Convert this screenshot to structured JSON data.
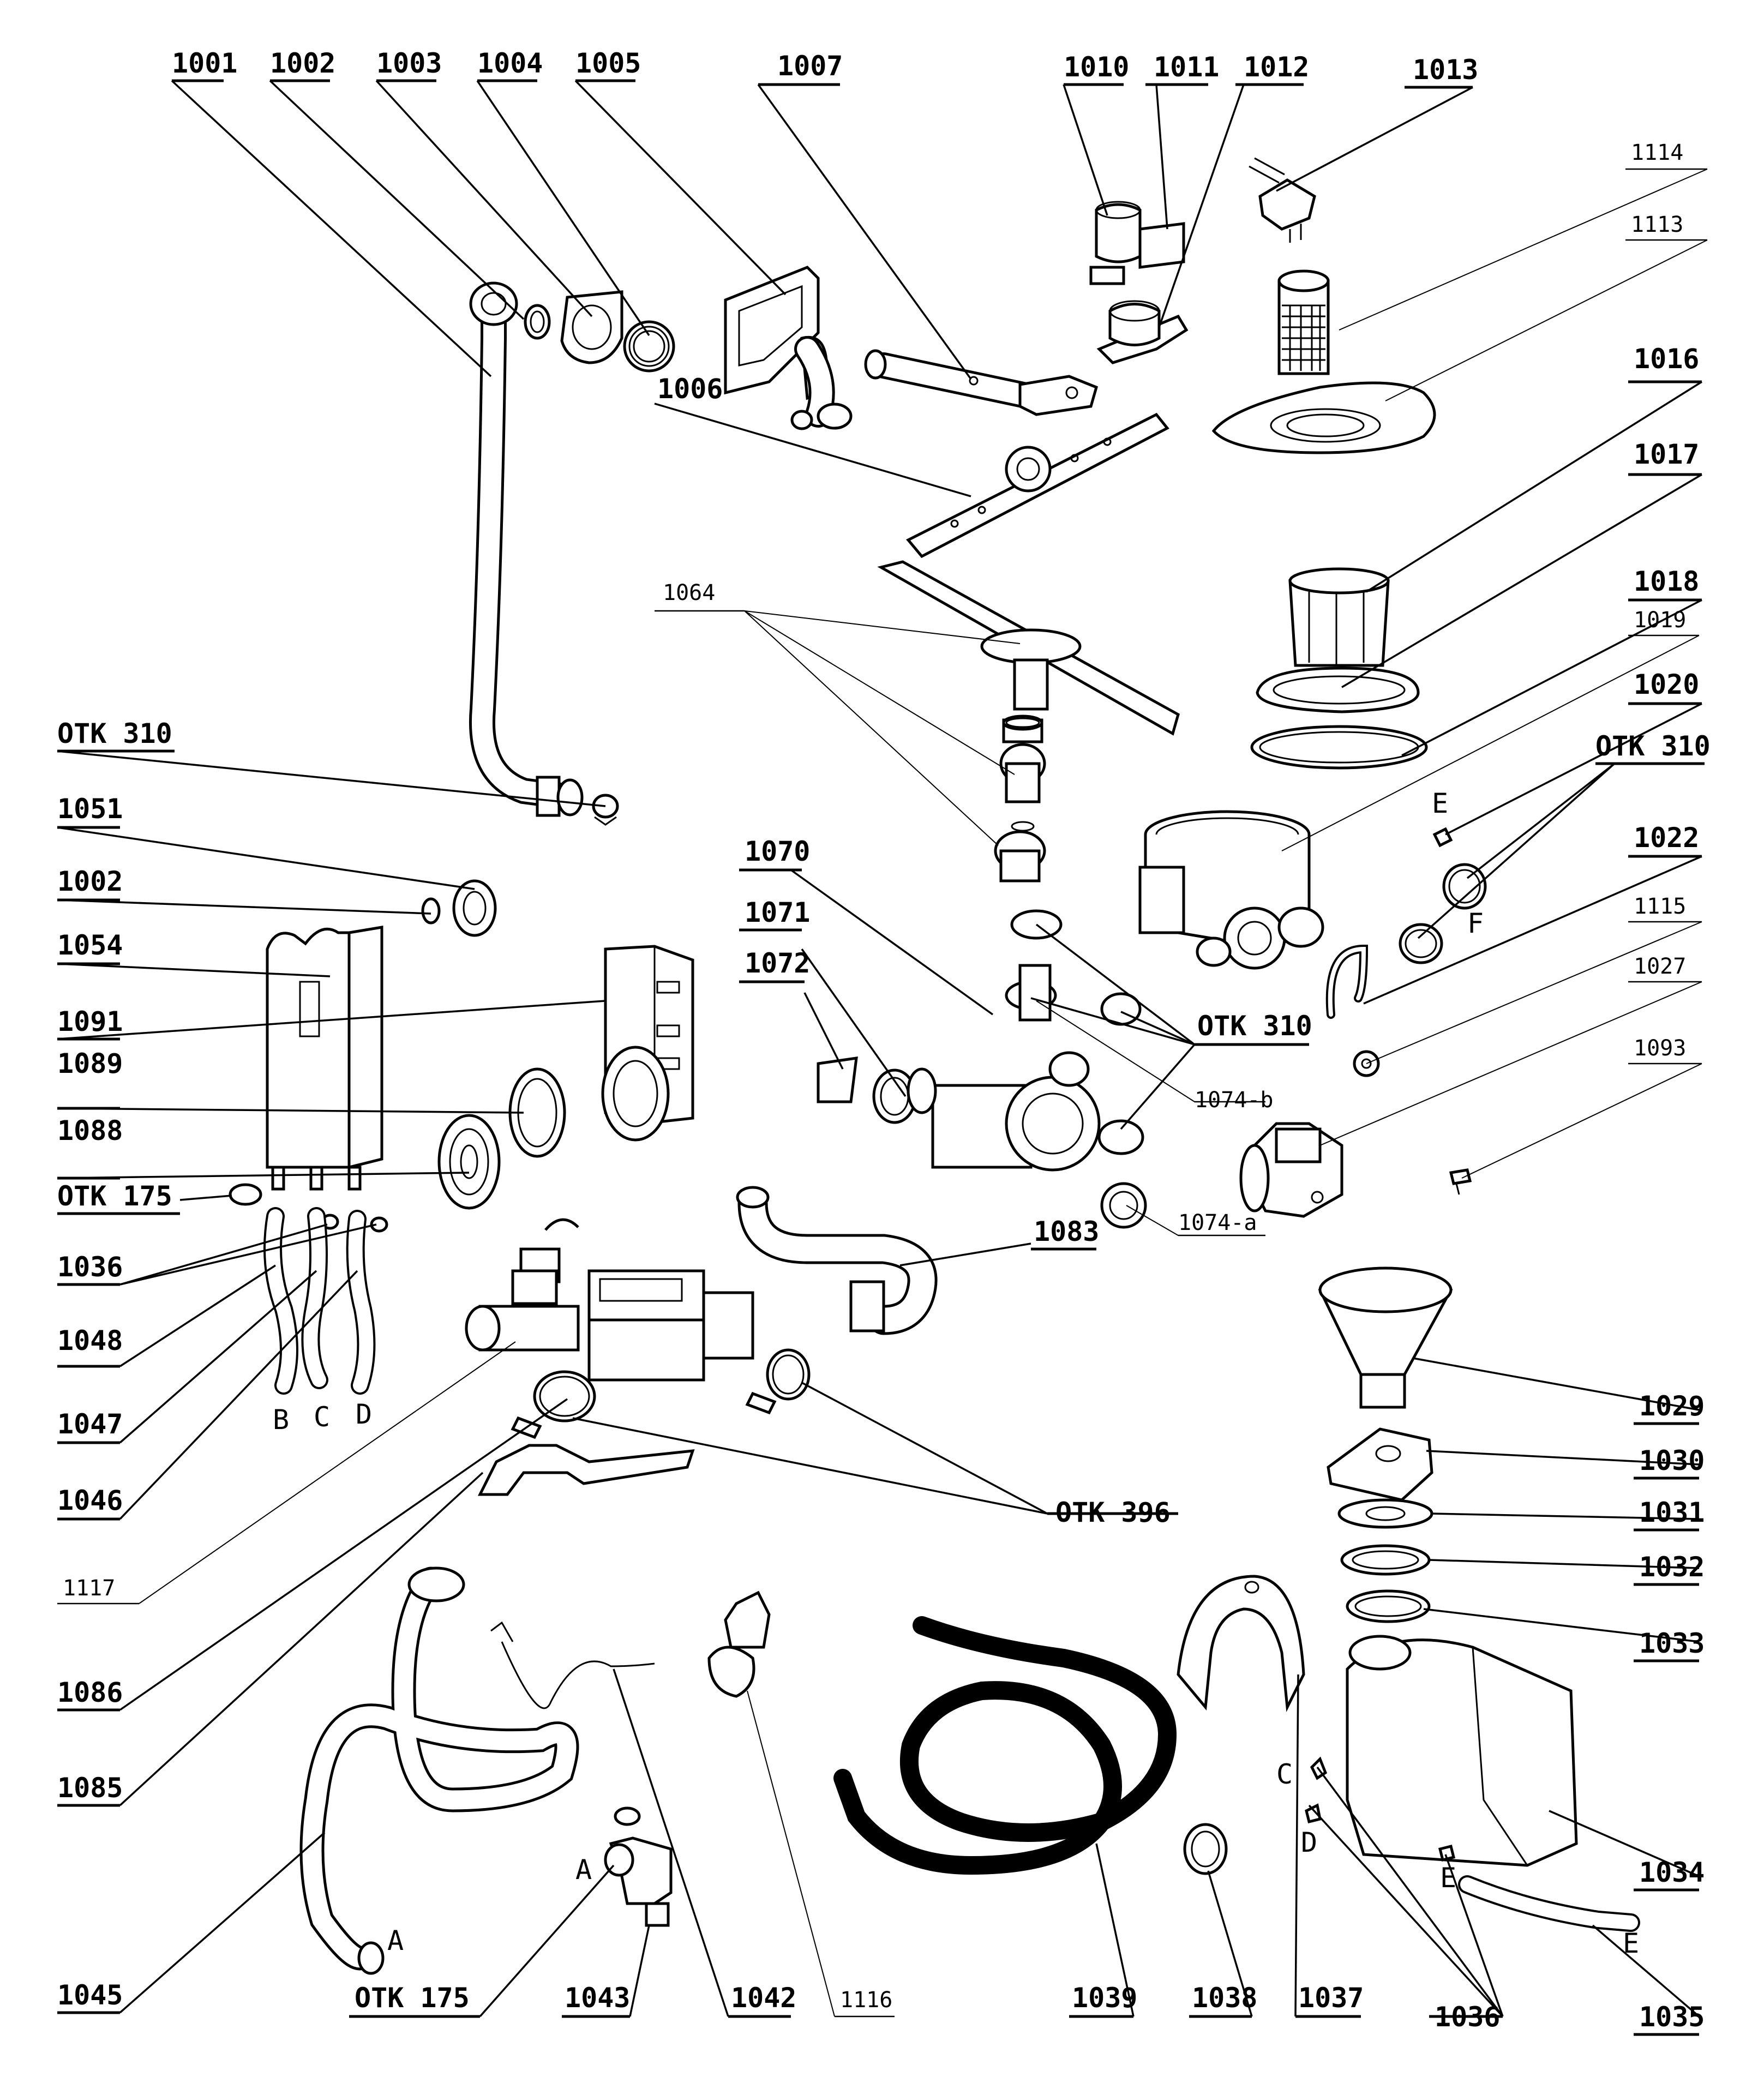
{
  "labels": {
    "l1001": "1001",
    "l1002": "1002",
    "l1003": "1003",
    "l1004": "1004",
    "l1005": "1005",
    "l1006": "1006",
    "l1007": "1007",
    "l1010": "1010",
    "l1011": "1011",
    "l1012": "1012",
    "l1013": "1013",
    "l1114": "1114",
    "l1113": "1113",
    "l1016": "1016",
    "l1017": "1017",
    "l1018": "1018",
    "l1019": "1019",
    "l1020": "1020",
    "lOTK310b": "OTK 310",
    "l1022": "1022",
    "l1115": "1115",
    "l1027": "1027",
    "l1093": "1093",
    "l1064": "1064",
    "lOTK310a": "OTK 310",
    "l1051": "1051",
    "l1002b": "1002",
    "l1054": "1054",
    "l1091": "1091",
    "l1089": "1089",
    "l1088": "1088",
    "lOTK175a": "OTK 175",
    "l1036a": "1036",
    "l1048": "1048",
    "l1047": "1047",
    "l1046": "1046",
    "l1117": "1117",
    "l1086": "1086",
    "l1085": "1085",
    "l1045": "1045",
    "l1070": "1070",
    "l1071": "1071",
    "l1072": "1072",
    "lOTK310c": "OTK 310",
    "l1074b": "1074-b",
    "l1074a": "1074-a",
    "l1083": "1083",
    "lOTK396": "OTK 396",
    "l1029": "1029",
    "l1030": "1030",
    "l1031": "1031",
    "l1032": "1032",
    "l1033": "1033",
    "l1034": "1034",
    "l1035": "1035",
    "l1036b": "1036",
    "l1037": "1037",
    "l1038": "1038",
    "l1039": "1039",
    "l1116": "1116",
    "l1042": "1042",
    "l1043": "1043",
    "lOTK175b": "OTK 175"
  },
  "letters": {
    "B": "B",
    "C": "C",
    "D": "D",
    "A1": "A",
    "A2": "A",
    "E1": "E",
    "F": "F",
    "C2": "C",
    "D2": "D",
    "E2": "E",
    "E3": "E"
  },
  "icons": [
    "spray-arm",
    "sump",
    "circulation-pump",
    "water-softener",
    "drain-hose",
    "inlet-valve",
    "detergent-dispenser",
    "filter",
    "aqua-stop"
  ]
}
